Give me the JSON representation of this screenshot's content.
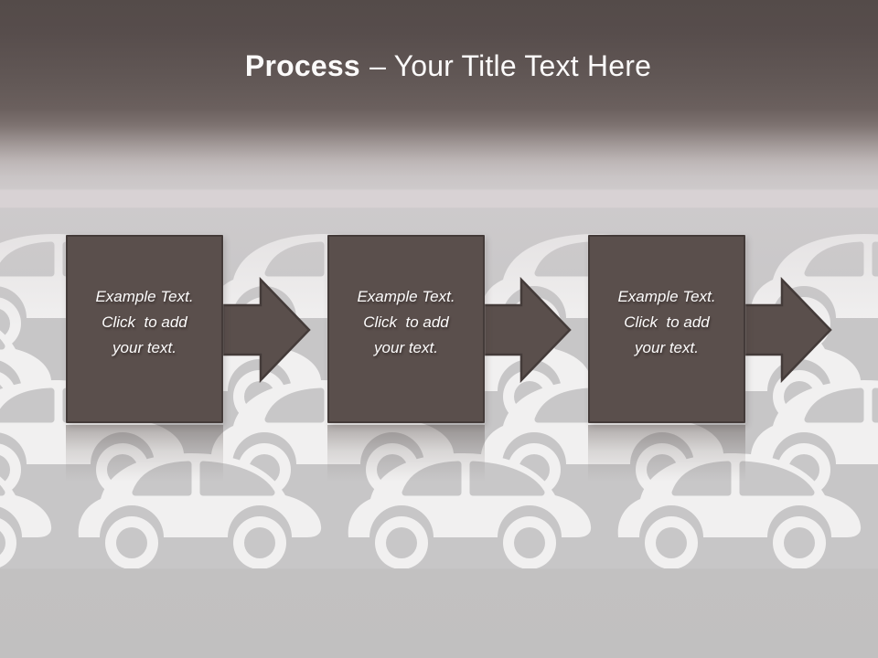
{
  "title": {
    "bold": "Process",
    "rest": "– Your Title Text Here"
  },
  "steps": [
    {
      "lines": [
        "Example Text.",
        "Click  to add",
        "your text."
      ]
    },
    {
      "lines": [
        "Example Text.",
        "Click  to add",
        "your text."
      ]
    },
    {
      "lines": [
        "Example Text.",
        "Click  to add",
        "your text."
      ]
    }
  ],
  "background": {
    "pattern_icon": "car-icon"
  },
  "colors": {
    "header_dark": "#544B49",
    "shape_fill": "#5A4F4C",
    "shape_border": "#443B39",
    "step_text": "#FDFCFC",
    "title_text": "#FBFAFA",
    "pattern_bg_gray": "#C7C6C7",
    "car_white": "#F1F0F0",
    "band_pink": "#D8D2D4",
    "bottom_gray": "#C1C0C0"
  }
}
